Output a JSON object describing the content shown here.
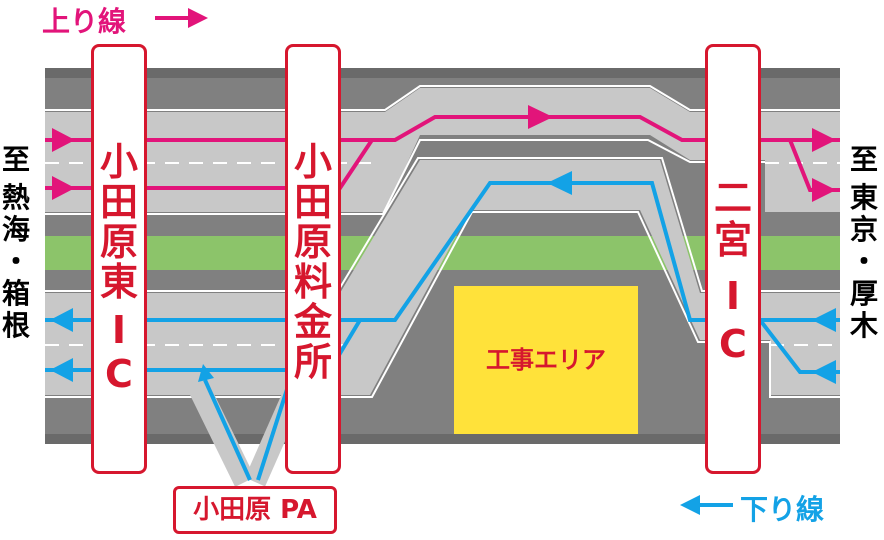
{
  "colors": {
    "up_line": "#e2147a",
    "down_line": "#13a2e6",
    "frame": "#d6172e",
    "road_dark": "#808080",
    "road_edge": "#6a6a6a",
    "lane_light": "#c8c8c8",
    "median": "#8cc46a",
    "construction": "#ffe23a"
  },
  "legend": {
    "up_label": "上り線",
    "down_label": "下り線"
  },
  "destinations": {
    "left": [
      "至",
      "熱",
      "海",
      "・",
      "箱",
      "根"
    ],
    "right": [
      "至",
      "東",
      "京",
      "・",
      "厚",
      "木"
    ]
  },
  "labels": {
    "odawara_higashi_ic": [
      "小",
      "田",
      "原",
      "東",
      "I",
      "C"
    ],
    "odawara_tollgate": [
      "小",
      "田",
      "原",
      "料",
      "金",
      "所"
    ],
    "ninomiya_ic": [
      "二",
      "宮",
      "I",
      "C"
    ],
    "odawara_pa": "小田原 PA",
    "construction_area": "工事エリア"
  }
}
